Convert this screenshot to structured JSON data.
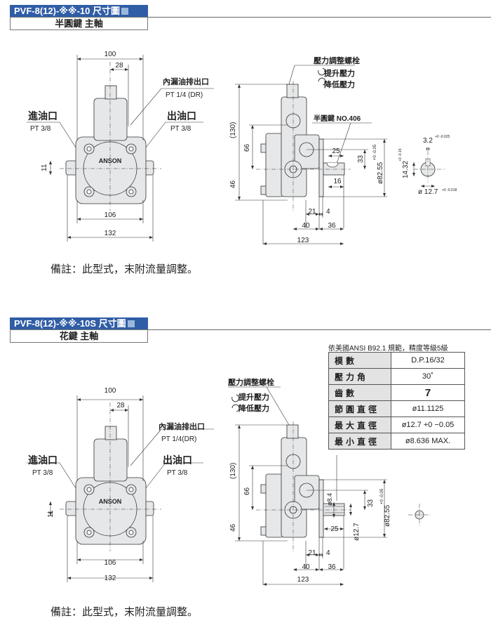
{
  "sections": [
    {
      "title": "PVF-8(12)-※※-10  尺寸圖",
      "subtitle": "半圓鍵 主軸",
      "labels": {
        "inlet": "進油口",
        "inlet_size": "PT 3/8",
        "outlet": "出油口",
        "outlet_size": "PT 3/8",
        "drain": "內漏油排出口",
        "drain_size": "PT 1/4 (DR)",
        "brand": "ANSON",
        "adjust": "壓力調整螺栓",
        "raise": "提升壓力",
        "lower": "降低壓力",
        "key": "半圓鍵 NO.406"
      },
      "dims": {
        "d100": "100",
        "d28": "28",
        "d106": "106",
        "d132": "132",
        "d11": "11",
        "d130": "(130)",
        "d66": "66",
        "d46": "46",
        "d25": "25",
        "d33": "33",
        "d16": "16",
        "d8255": "ø82.55",
        "d8255_tol": "+0 -0.05",
        "d21": "21",
        "d4": "4",
        "d40": "40",
        "d36": "36",
        "d123": "123",
        "k32": "3.2",
        "k32_tol": "+0 -0.025",
        "k1432": "14.32",
        "k1432_tol": "+0 -0.15",
        "k127": "ø 12.7",
        "k127_tol": "+0 -0.018"
      },
      "note": "備註：此型式，末附流量調整。"
    },
    {
      "title": "PVF-8(12)-※※-10S  尺寸圖",
      "subtitle": "花鍵 主軸",
      "labels": {
        "inlet": "進油口",
        "inlet_size": "PT 3/8",
        "outlet": "出油口",
        "outlet_size": "PT 3/8",
        "drain": "內漏油排出口",
        "drain_size": "PT 1/4(DR)",
        "brand": "ANSON",
        "adjust": "壓力調整螺栓",
        "raise": "提升壓力",
        "lower": "降低壓力"
      },
      "dims": {
        "d100": "100",
        "d28": "28",
        "d106": "106",
        "d132": "132",
        "d11": "11",
        "d130": "(130)",
        "d66": "66",
        "d46": "46",
        "d84": "ø8.4",
        "d33": "33",
        "d25": "25",
        "d127": "ø12.7",
        "d8255": "ø82.55",
        "d8255_tol": "+0 -0.05",
        "d21": "21",
        "d4": "4",
        "d40": "40",
        "d36": "36",
        "d123": "123"
      },
      "spline": {
        "standard": "依美國ANSI  B92.1 規範，精度等級5級",
        "rows": [
          {
            "k": "模數",
            "v": "D.P.16/32"
          },
          {
            "k": "壓力角",
            "v": "30˚"
          },
          {
            "k": "齒數",
            "v": "7"
          },
          {
            "k": "節圓直徑",
            "v": "ø11.1125"
          },
          {
            "k": "最大直徑",
            "v": "ø12.7 +0 −0.05"
          },
          {
            "k": "最小直徑",
            "v": "ø8.636 MAX."
          }
        ]
      },
      "note": "備註：此型式，末附流量調整。"
    }
  ],
  "colors": {
    "title_bg": "#2f5da6",
    "body_fill": "#e6e7e8",
    "line": "#333333"
  }
}
